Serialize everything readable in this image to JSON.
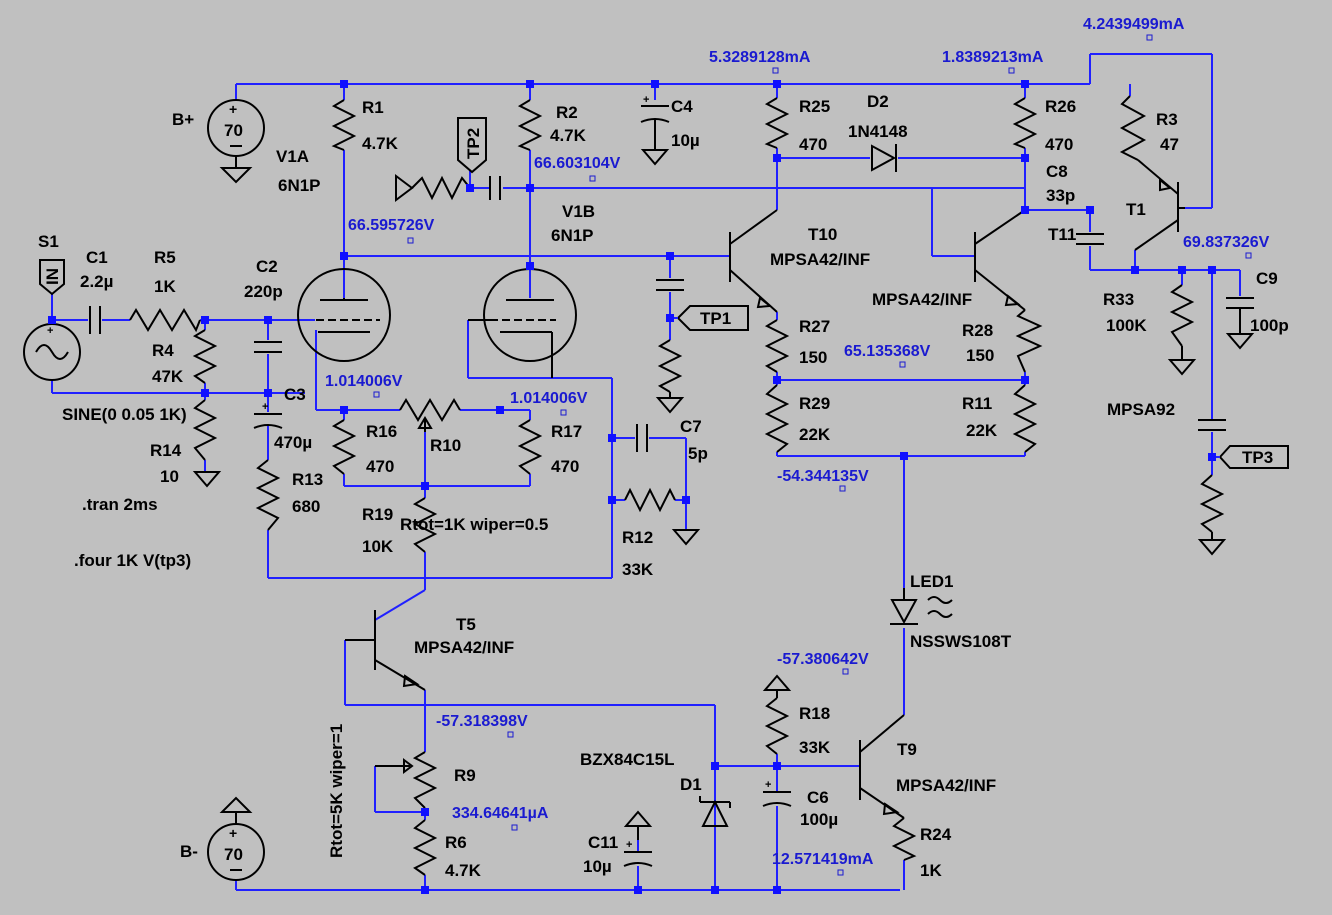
{
  "components": {
    "b_plus": {
      "name": "B+",
      "value": "70"
    },
    "b_minus": {
      "name": "B-",
      "value": "70"
    },
    "s1": {
      "name": "S1",
      "port": "IN",
      "source": "SINE(0 0.05 1K)"
    },
    "c1": {
      "name": "C1",
      "value": "2.2µ"
    },
    "r5": {
      "name": "R5",
      "value": "1K"
    },
    "c2": {
      "name": "C2",
      "value": "220p"
    },
    "r4": {
      "name": "R4",
      "value": "47K"
    },
    "c3": {
      "name": "C3",
      "value": "470µ"
    },
    "r14": {
      "name": "R14",
      "value": "10"
    },
    "r13": {
      "name": "R13",
      "value": "680"
    },
    "r1": {
      "name": "R1",
      "value": "4.7K"
    },
    "r2": {
      "name": "R2",
      "value": "4.7K"
    },
    "v1a": {
      "name": "V1A",
      "value": "6N1P"
    },
    "v1b": {
      "name": "V1B",
      "value": "6N1P"
    },
    "tp2": {
      "name": "TP2"
    },
    "tp1": {
      "name": "TP1"
    },
    "tp3": {
      "name": "TP3"
    },
    "c4": {
      "name": "C4",
      "value": "10µ"
    },
    "r25": {
      "name": "R25",
      "value": "470"
    },
    "d2": {
      "name": "D2",
      "value": "1N4148"
    },
    "r26": {
      "name": "R26",
      "value": "470"
    },
    "c8": {
      "name": "C8",
      "value": "33p"
    },
    "r3": {
      "name": "R3",
      "value": "47"
    },
    "t1": {
      "name": "T1",
      "value": "MPSA92"
    },
    "t10": {
      "name": "T10",
      "value": "MPSA42/INF"
    },
    "t11": {
      "name": "T11",
      "value": "MPSA42/INF"
    },
    "r33": {
      "name": "R33",
      "value": "100K"
    },
    "c9": {
      "name": "C9",
      "value": "100p"
    },
    "r27": {
      "name": "R27",
      "value": "150"
    },
    "r28": {
      "name": "R28",
      "value": "150"
    },
    "r29": {
      "name": "R29",
      "value": "22K"
    },
    "r11": {
      "name": "R11",
      "value": "22K"
    },
    "r16": {
      "name": "R16",
      "value": "470"
    },
    "r10": {
      "name": "R10",
      "value": "Rtot=1K wiper=0.5"
    },
    "r17": {
      "name": "R17",
      "value": "470"
    },
    "c7": {
      "name": "C7",
      "value": "5p"
    },
    "r12": {
      "name": "R12",
      "value": "33K"
    },
    "r19": {
      "name": "R19",
      "value": "10K"
    },
    "t5": {
      "name": "T5",
      "value": "MPSA42/INF"
    },
    "led1": {
      "name": "LED1",
      "value": "NSSWS108T"
    },
    "r18": {
      "name": "R18",
      "value": "33K"
    },
    "d1": {
      "name": "D1",
      "value": "BZX84C15L"
    },
    "c6": {
      "name": "C6",
      "value": "100µ"
    },
    "t9": {
      "name": "T9",
      "value": "MPSA42/INF"
    },
    "r24": {
      "name": "R24",
      "value": "1K"
    },
    "r9": {
      "name": "R9",
      "value": "Rtot=5K wiper=1"
    },
    "r6": {
      "name": "R6",
      "value": "4.7K"
    },
    "c11": {
      "name": "C11",
      "value": "10µ"
    }
  },
  "directives": {
    "tran": ".tran 2ms",
    "four": ".four 1K V(tp3)"
  },
  "annotations": {
    "i_4243": "4.2439499mA",
    "i_5328": "5.3289128mA",
    "i_1838": "1.8389213mA",
    "v_66603": "66.603104V",
    "v_66595": "66.595726V",
    "v_69837": "69.837326V",
    "v_65135": "65.135368V",
    "v_1014a": "1.014006V",
    "v_1014b": "1.014006V",
    "v_m54344": "-54.344135V",
    "v_m57380": "-57.380642V",
    "v_m57318": "-57.318398V",
    "i_334": "334.64641µA",
    "i_12571": "12.571419mA"
  }
}
